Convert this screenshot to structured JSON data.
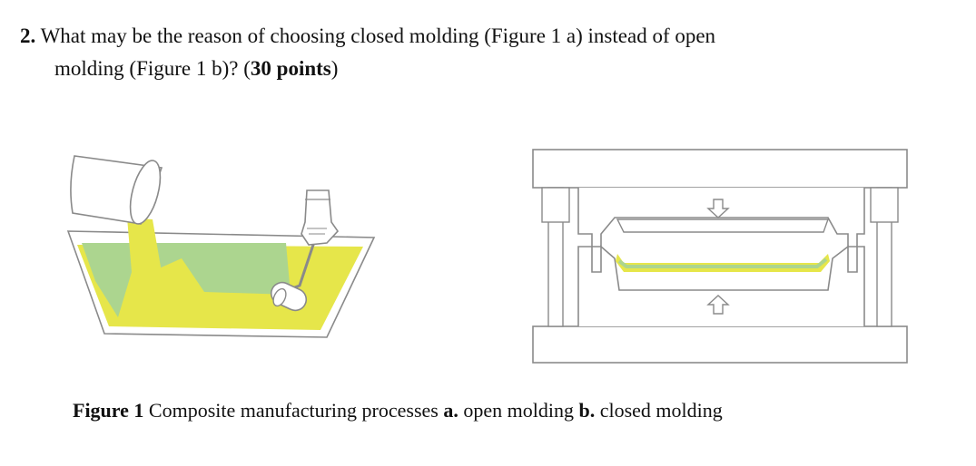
{
  "question": {
    "number": "2.",
    "line1_text": "What may be the reason of choosing closed molding (Figure 1 a) instead of open",
    "line2_text": "molding (Figure 1 b)? ",
    "points_open": "(",
    "points_bold": "30 points",
    "points_close": ")"
  },
  "figure": {
    "caption_label": "Figure 1",
    "caption_text1": " Composite manufacturing processes ",
    "label_a": "a.",
    "caption_text2": " open molding ",
    "label_b": "b.",
    "caption_text3": " closed molding"
  },
  "colors": {
    "resin_yellow": "#e6e64a",
    "fiber_green": "#acd58f",
    "outline": "#8a8a8a"
  }
}
